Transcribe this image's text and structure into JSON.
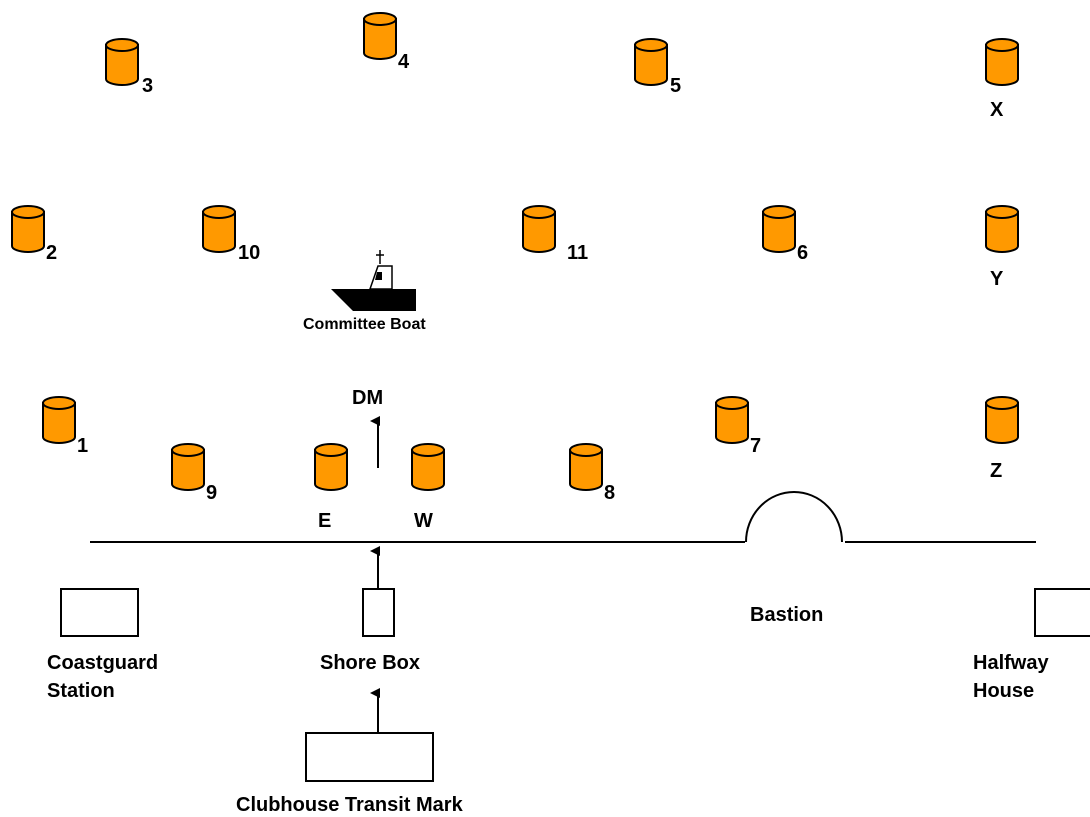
{
  "diagram": {
    "buoy_color": "#FF9900",
    "buoys": [
      {
        "id": "1",
        "label": "1"
      },
      {
        "id": "2",
        "label": "2"
      },
      {
        "id": "3",
        "label": "3"
      },
      {
        "id": "4",
        "label": "4"
      },
      {
        "id": "5",
        "label": "5"
      },
      {
        "id": "6",
        "label": "6"
      },
      {
        "id": "7",
        "label": "7"
      },
      {
        "id": "8",
        "label": "8"
      },
      {
        "id": "9",
        "label": "9"
      },
      {
        "id": "10",
        "label": "10"
      },
      {
        "id": "11",
        "label": "11"
      },
      {
        "id": "x",
        "label": "X"
      },
      {
        "id": "y",
        "label": "Y"
      },
      {
        "id": "z",
        "label": "Z"
      },
      {
        "id": "e",
        "label": "E"
      },
      {
        "id": "w",
        "label": "W"
      }
    ],
    "committee_boat": "Committee Boat",
    "dm": "DM",
    "bastion": "Bastion",
    "coastguard_line1": "Coastguard",
    "coastguard_line2": "Station",
    "shore_box": "Shore Box",
    "halfway_line1": "Halfway",
    "halfway_line2": "House",
    "clubhouse": "Clubhouse Transit Mark"
  }
}
